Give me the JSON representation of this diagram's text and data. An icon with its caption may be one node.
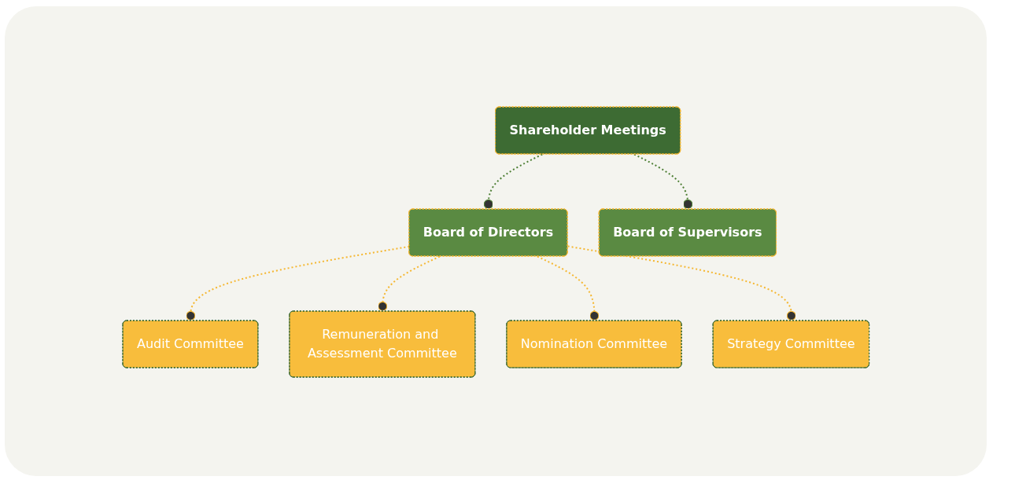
{
  "diagram": {
    "nodes": [
      {
        "text": [
          "Shareholder Meetings"
        ]
      },
      {
        "text": [
          "Board of Directors"
        ]
      },
      {
        "text": [
          "Board of Supervisors"
        ]
      },
      {
        "text": [
          "Audit Committee"
        ]
      },
      {
        "text": [
          "Remuneration and Assessment Committee"
        ]
      },
      {
        "text": [
          "Nomination Committee"
        ]
      },
      {
        "text": [
          "Strategy Committee"
        ]
      }
    ],
    "edges": [
      {
        "from": 0,
        "to": 1,
        "arrow": "other",
        "style": "dashed",
        "color": "#4e7f35"
      },
      {
        "from": 0,
        "to": 2,
        "arrow": "other",
        "style": "dashed",
        "color": "#4e7f35"
      },
      {
        "from": 1,
        "to": 3,
        "arrow": "other",
        "style": "dashed",
        "color": "#f5b731"
      },
      {
        "from": 1,
        "to": 4,
        "arrow": "other",
        "style": "dashed",
        "color": "#f5b731"
      },
      {
        "from": 1,
        "to": 5,
        "arrow": "other",
        "style": "dashed",
        "color": "#f5b731"
      },
      {
        "from": 1,
        "to": 6,
        "arrow": "other",
        "style": "dashed",
        "color": "#f5b731"
      }
    ]
  }
}
